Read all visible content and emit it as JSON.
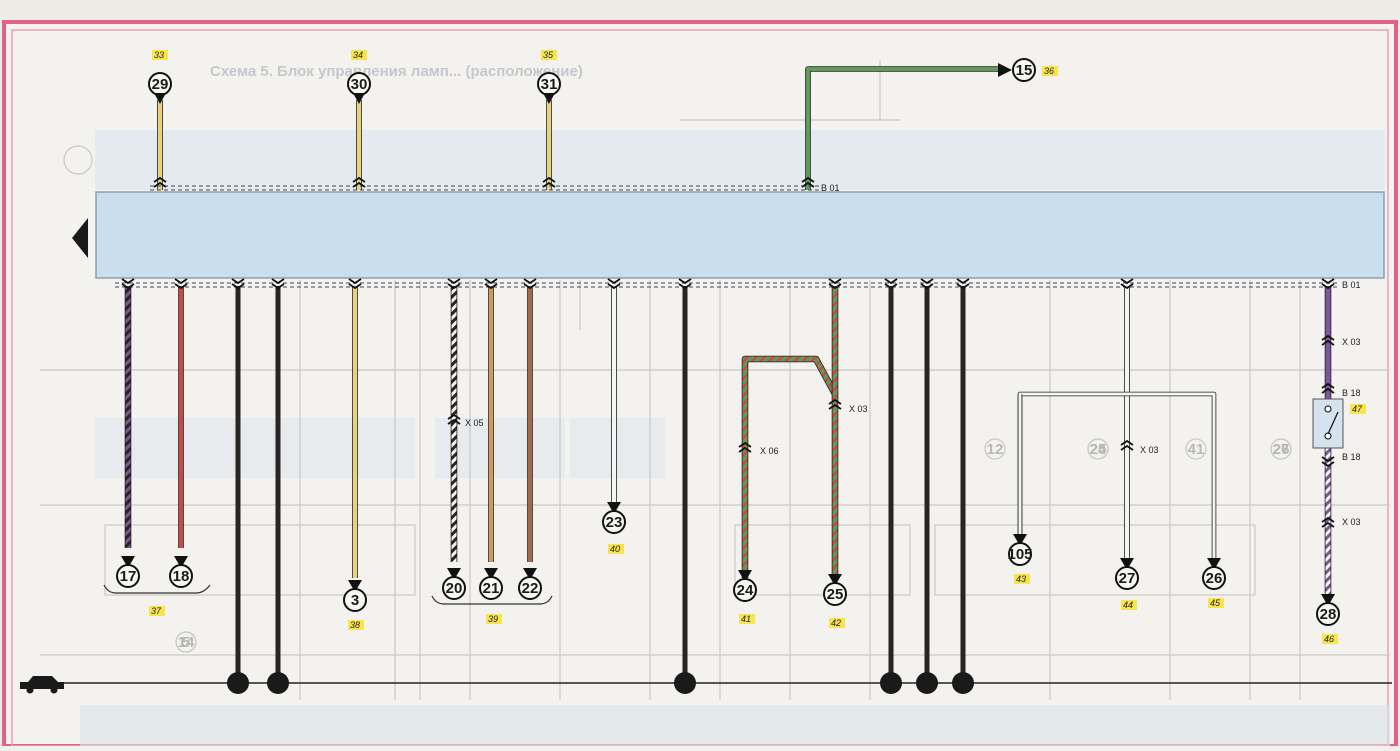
{
  "colors": {
    "frame": "#e0628a",
    "unit_fill": "#c9dff0",
    "ground_line": "#222222",
    "black": "#2a2424",
    "yellow": "#e9d27a",
    "red": "#c94a40",
    "orange": "#cf9a5c",
    "brown": "#a06a4c",
    "white": "#f4f4f2",
    "green": "#5f9a5b",
    "violet": "#7b569a"
  },
  "faded_title": "Схема 5. Блок управления ламп... (расположение)",
  "connector_codes": {
    "b01_top": "B 01",
    "b01_bottom": "B 01",
    "x05": "X 05",
    "x06": "X 06",
    "x03_25": "X 03",
    "x03_27": "X 03",
    "x03_top": "X 03",
    "b18_top": "B 18",
    "b18_bottom": "B 18",
    "x03_bottom": "X 03"
  },
  "top_connectors": [
    {
      "num": "29",
      "tag": "33"
    },
    {
      "num": "30",
      "tag": "34"
    },
    {
      "num": "31",
      "tag": "35"
    },
    {
      "num": "15",
      "tag": "36"
    }
  ],
  "bottom_connectors": [
    {
      "num": "17"
    },
    {
      "num": "18"
    },
    {
      "num": "3"
    },
    {
      "num": "20"
    },
    {
      "num": "21"
    },
    {
      "num": "22"
    },
    {
      "num": "23"
    },
    {
      "num": "24"
    },
    {
      "num": "25"
    },
    {
      "num": "105"
    },
    {
      "num": "27"
    },
    {
      "num": "26"
    },
    {
      "num": "28"
    }
  ],
  "group_tags": {
    "g17_18": "37",
    "g3": "38",
    "g20_22": "39",
    "g23": "40",
    "g24": "41",
    "g25": "42",
    "g105": "43",
    "g27": "44",
    "g26": "45",
    "g28": "46",
    "switch": "47"
  },
  "ghost_numbers": [
    "5",
    "12",
    "25",
    "41",
    "27",
    "24",
    "26",
    "14"
  ]
}
